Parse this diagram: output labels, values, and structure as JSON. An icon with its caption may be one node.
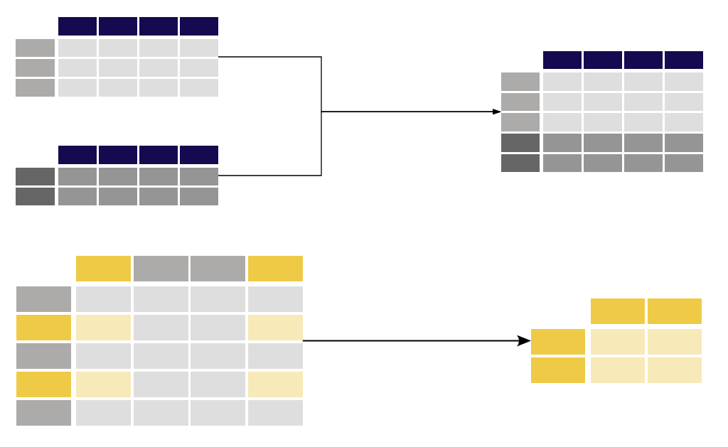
{
  "diagram": {
    "nodes": [
      {
        "text": [],
        "shape": "table"
      },
      {
        "text": [],
        "shape": "table"
      },
      {
        "text": [],
        "shape": "table"
      },
      {
        "text": [],
        "shape": "table"
      },
      {
        "text": [],
        "shape": "table"
      }
    ],
    "edges": [
      {
        "from": 0,
        "to": 2,
        "arrow": "to"
      },
      {
        "from": 1,
        "to": 2,
        "arrow": "to"
      },
      {
        "from": 3,
        "to": 4,
        "arrow": "to"
      }
    ]
  }
}
